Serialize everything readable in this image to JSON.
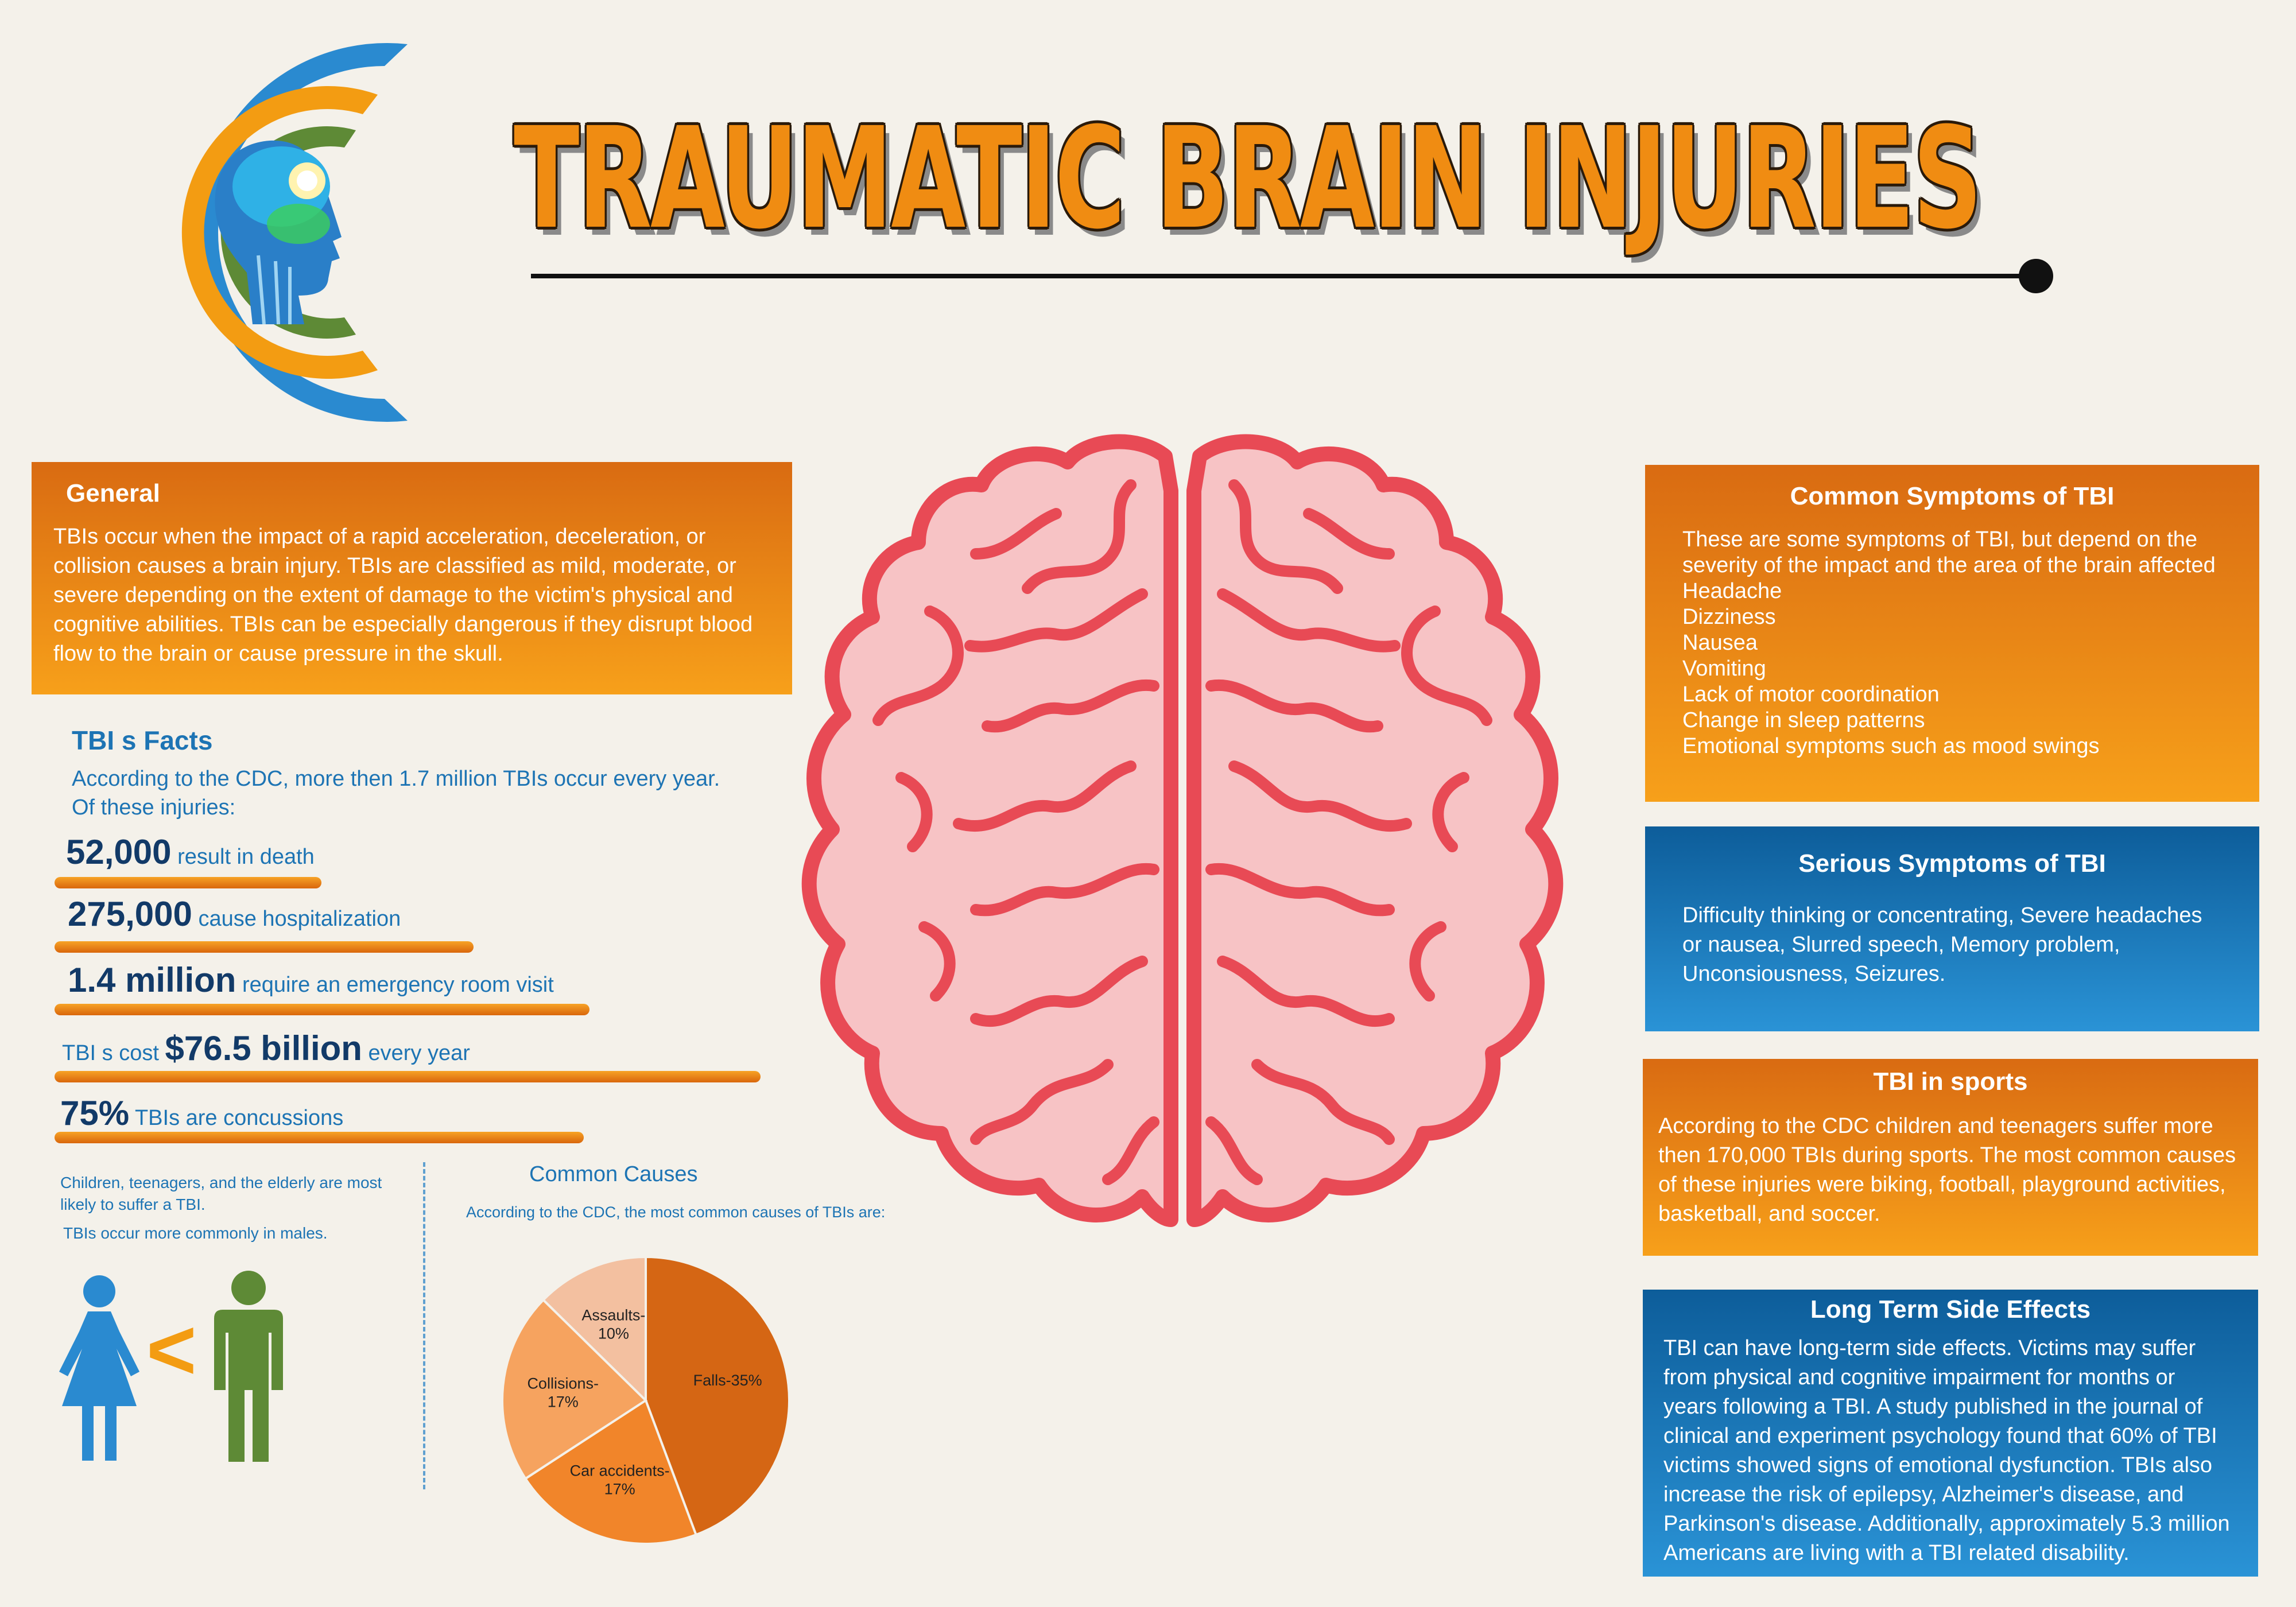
{
  "title": "TRAUMATIC BRAIN INJURIES",
  "general": {
    "heading": "General",
    "lines": [
      "TBIs occur when the impact of a rapid acceleration, deceleration, or",
      "collision causes a brain injury.  TBIs are classified as mild, moderate, or",
      "severe depending on the extent of damage to the victim's physical and",
      "cognitive abilities.  TBIs can be especially dangerous if they disrupt blood",
      "flow to the brain or cause pressure in the skull."
    ]
  },
  "facts": {
    "heading": "TBI s Facts",
    "intro_1": "According to the CDC, more then 1.7 million TBIs occur every year.",
    "intro_2": "Of these injuries:",
    "items": [
      {
        "prefix": "",
        "value": "52,000",
        "suffix": "result in death"
      },
      {
        "prefix": "",
        "value": "275,000",
        "suffix": "cause hospitalization"
      },
      {
        "prefix": "",
        "value": "1.4 million",
        "suffix": "require an emergency room visit"
      },
      {
        "prefix": "TBI s cost",
        "value": "$76.5 billion",
        "suffix": "every year"
      },
      {
        "prefix": "",
        "value": "75%",
        "suffix": "TBIs are concussions"
      }
    ]
  },
  "demographics": {
    "line_1": "Children, teenagers, and the elderly are most",
    "line_2": "likely to suffer a TBI.",
    "line_3": "TBIs occur more commonly in males.",
    "symbol": "<"
  },
  "causes": {
    "heading": "Common Causes",
    "subheading": "According to the CDC, the most common causes of TBIs are:"
  },
  "chart_data": {
    "type": "pie",
    "title": "",
    "categories": [
      "Falls",
      "Car accidents",
      "Collisions",
      "Assaults"
    ],
    "values": [
      35,
      17,
      17,
      10
    ],
    "labels": [
      "Falls-35%",
      "Car accidents-17%",
      "Collisions-17%",
      "Assaults-10%"
    ],
    "colors": [
      "#d56614",
      "#f1852a",
      "#f6a35f",
      "#f3c0a0"
    ]
  },
  "common_symptoms": {
    "heading": "Common Symptoms of TBI",
    "intro_1": "These are some symptoms of TBI, but depend on the",
    "intro_2": "severity of the impact and the area of the brain affected",
    "items": [
      "Headache",
      "Dizziness",
      "Nausea",
      "Vomiting",
      "Lack of motor coordination",
      "Change in sleep patterns",
      "Emotional symptoms such as mood swings"
    ]
  },
  "serious_symptoms": {
    "heading": "Serious Symptoms of TBI",
    "lines": [
      "Difficulty thinking or concentrating, Severe headaches",
      "or nausea, Slurred speech, Memory problem,",
      "Unconsiousness, Seizures."
    ]
  },
  "sports": {
    "heading": "TBI in sports",
    "lines": [
      "According to the CDC children and teenagers suffer more",
      "then 170,000 TBIs during sports. The most common causes",
      "of these injuries were biking, football, playground activities,",
      " basketball, and soccer."
    ]
  },
  "long_term": {
    "heading": "Long Term Side Effects",
    "lines": [
      "TBI can have long-term side effects. Victims may suffer",
      "from physical and cognitive impairment for months or",
      "years following a TBI. A study published in the journal of",
      "clinical and experiment psychology found that 60% of TBI",
      "victims showed signs of emotional dysfunction. TBIs also",
      "increase the risk of epilepsy, Alzheimer's disease, and",
      "Parkinson's disease. Additionally, approximately 5.3 million",
      "Americans are living with a TBI related disability."
    ]
  },
  "colors": {
    "orange": "#f08c12",
    "blue": "#1d74b4",
    "navy": "#123a68",
    "green": "#5e8a36",
    "brain_red": "#e84a55",
    "brain_pink": "#f7c3c5"
  }
}
